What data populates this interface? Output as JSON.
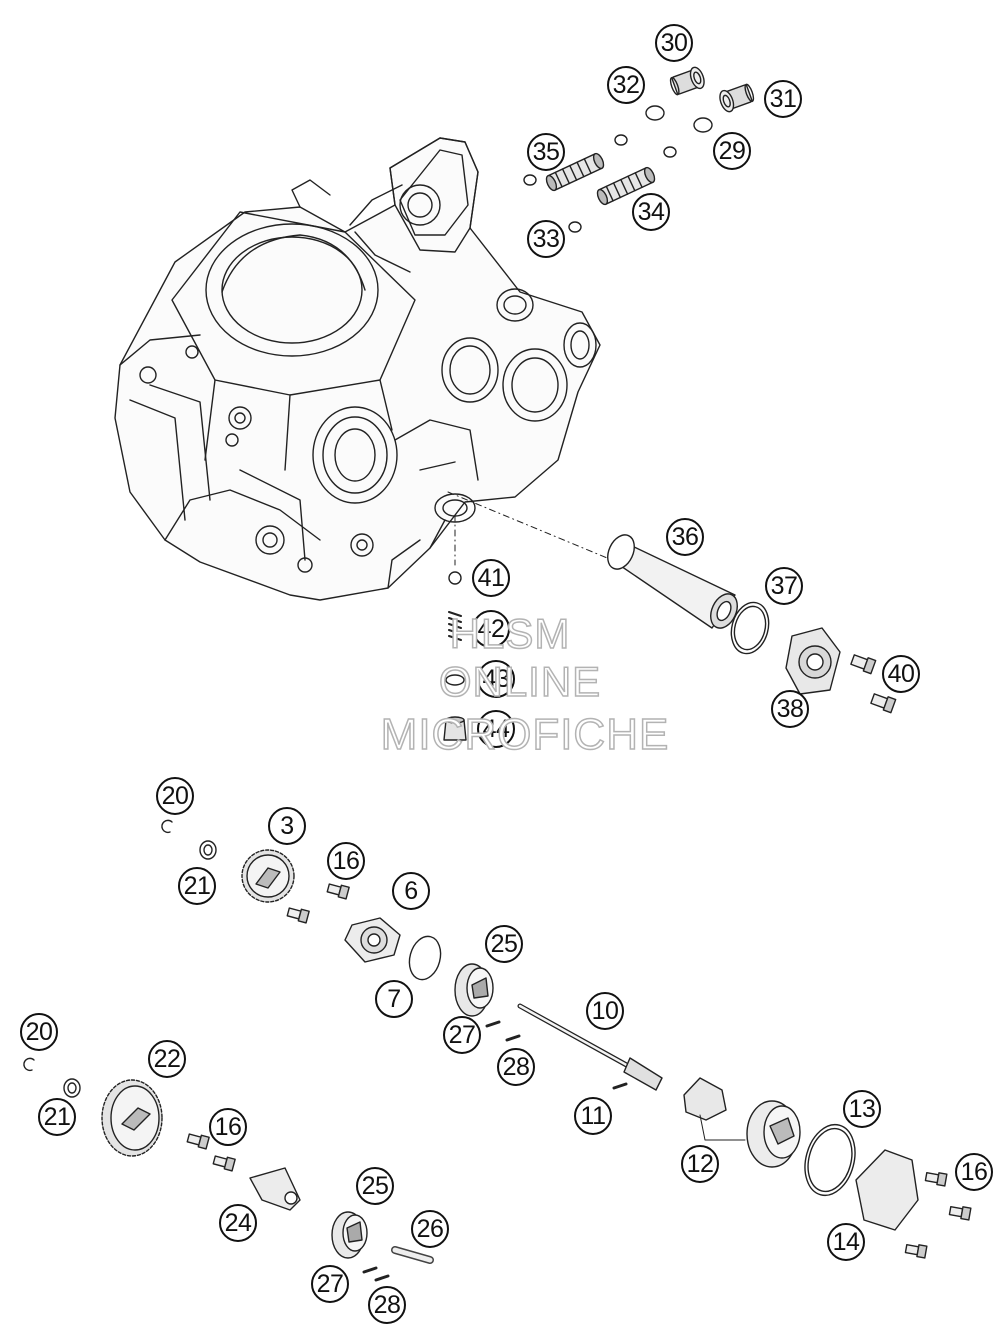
{
  "watermark": {
    "line1": "HLSM",
    "line2": "ONLINE",
    "line3": "MICROFICHE"
  },
  "callouts": [
    {
      "id": "c30",
      "label": "30"
    },
    {
      "id": "c32",
      "label": "32"
    },
    {
      "id": "c31",
      "label": "31"
    },
    {
      "id": "c35",
      "label": "35"
    },
    {
      "id": "c29",
      "label": "29"
    },
    {
      "id": "c34",
      "label": "34"
    },
    {
      "id": "c33",
      "label": "33"
    },
    {
      "id": "c36",
      "label": "36"
    },
    {
      "id": "c37",
      "label": "37"
    },
    {
      "id": "c41",
      "label": "41"
    },
    {
      "id": "c42",
      "label": "42"
    },
    {
      "id": "c40",
      "label": "40"
    },
    {
      "id": "c43",
      "label": "43"
    },
    {
      "id": "c38",
      "label": "38"
    },
    {
      "id": "c44",
      "label": "44"
    },
    {
      "id": "c20a",
      "label": "20"
    },
    {
      "id": "c3",
      "label": "3"
    },
    {
      "id": "c16a",
      "label": "16"
    },
    {
      "id": "c21a",
      "label": "21"
    },
    {
      "id": "c6",
      "label": "6"
    },
    {
      "id": "c25a",
      "label": "25"
    },
    {
      "id": "c7",
      "label": "7"
    },
    {
      "id": "c10",
      "label": "10"
    },
    {
      "id": "c27a",
      "label": "27"
    },
    {
      "id": "c20b",
      "label": "20"
    },
    {
      "id": "c22",
      "label": "22"
    },
    {
      "id": "c28a",
      "label": "28"
    },
    {
      "id": "c21b",
      "label": "21"
    },
    {
      "id": "c11",
      "label": "11"
    },
    {
      "id": "c13",
      "label": "13"
    },
    {
      "id": "c16b",
      "label": "16"
    },
    {
      "id": "c12",
      "label": "12"
    },
    {
      "id": "c16c",
      "label": "16"
    },
    {
      "id": "c25b",
      "label": "25"
    },
    {
      "id": "c24",
      "label": "24"
    },
    {
      "id": "c26",
      "label": "26"
    },
    {
      "id": "c14",
      "label": "14"
    },
    {
      "id": "c27b",
      "label": "27"
    },
    {
      "id": "c28b",
      "label": "28"
    }
  ]
}
